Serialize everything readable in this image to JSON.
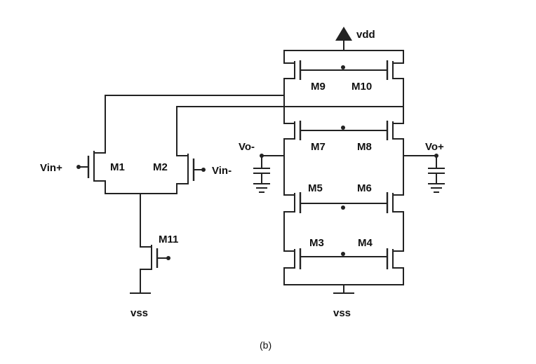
{
  "labels": {
    "vdd": "vdd",
    "vss_left": "vss",
    "vss_right": "vss",
    "vin_plus": "Vin+",
    "vin_minus": "Vin-",
    "vo_minus": "Vo-",
    "vo_plus": "Vo+",
    "caption": "(b)"
  },
  "transistors": {
    "m1": "M1",
    "m2": "M2",
    "m3": "M3",
    "m4": "M4",
    "m5": "M5",
    "m6": "M6",
    "m7": "M7",
    "m8": "M8",
    "m9": "M9",
    "m10": "M10",
    "m11": "M11"
  }
}
